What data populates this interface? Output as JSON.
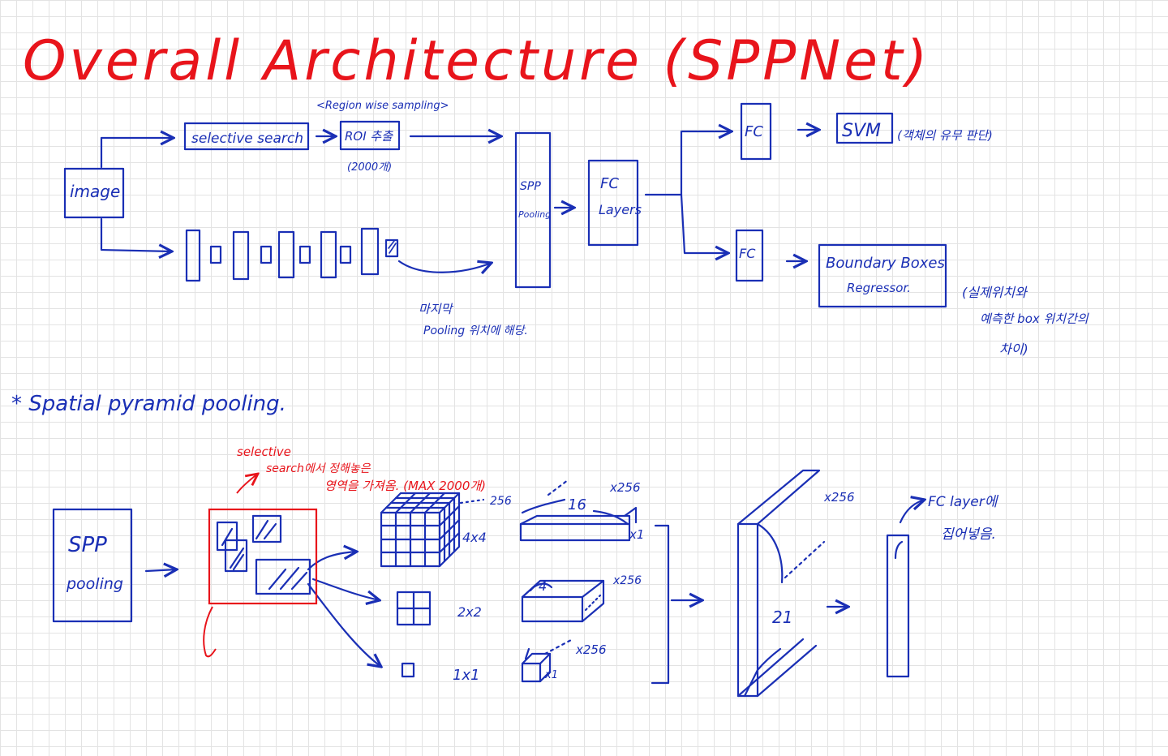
{
  "colors": {
    "blue_ink": "#1a2fb5",
    "red_ink": "#e8141b",
    "grid": "#e3e3e3"
  },
  "title": "Overall Architecture (SPPNet)",
  "top": {
    "image_label": "image",
    "selective_search_label": "selective search",
    "region_note": "<Region wise sampling>",
    "roi_label": "ROI 추출",
    "roi_count": "(2000개)",
    "spp_label_1": "SPP",
    "spp_label_2": "Pooling",
    "fc_layers_1": "FC",
    "fc_layers_2": "Layers",
    "fc_top": "FC",
    "fc_bottom": "FC",
    "svm_label": "SVM",
    "svm_note": "(객체의 유무 판단)",
    "bbox_label_1": "Boundary Boxes",
    "bbox_label_2": "Regressor.",
    "bbox_note_1": "(실제위치와",
    "bbox_note_2": "예측한 box 위치간의",
    "bbox_note_3": "차이)",
    "pool_note_1": "마지막",
    "pool_note_2": "Pooling 위치에 해당."
  },
  "bottom": {
    "heading": "* Spatial pyramid pooling.",
    "spp_label_1": "SPP",
    "spp_label_2": "pooling",
    "red_note_1": "selective",
    "red_note_2": "search에서 정해놓은",
    "red_note_3": "영역을 가져옴. (MAX 2000개)",
    "cube_depth": "256",
    "grid_4": "4x4",
    "grid_2": "2x2",
    "grid_1": "1x1",
    "bar16_len": "16",
    "bar16_depth": "x256",
    "bar16_h": "x1",
    "bar4_len": "4",
    "bar4_depth": "x256",
    "bar1_depth": "x256",
    "bar1_h": "x1",
    "concat_depth": "x256",
    "concat_len": "21",
    "fc_note_1": "FC layer에",
    "fc_note_2": "집어넣음."
  }
}
